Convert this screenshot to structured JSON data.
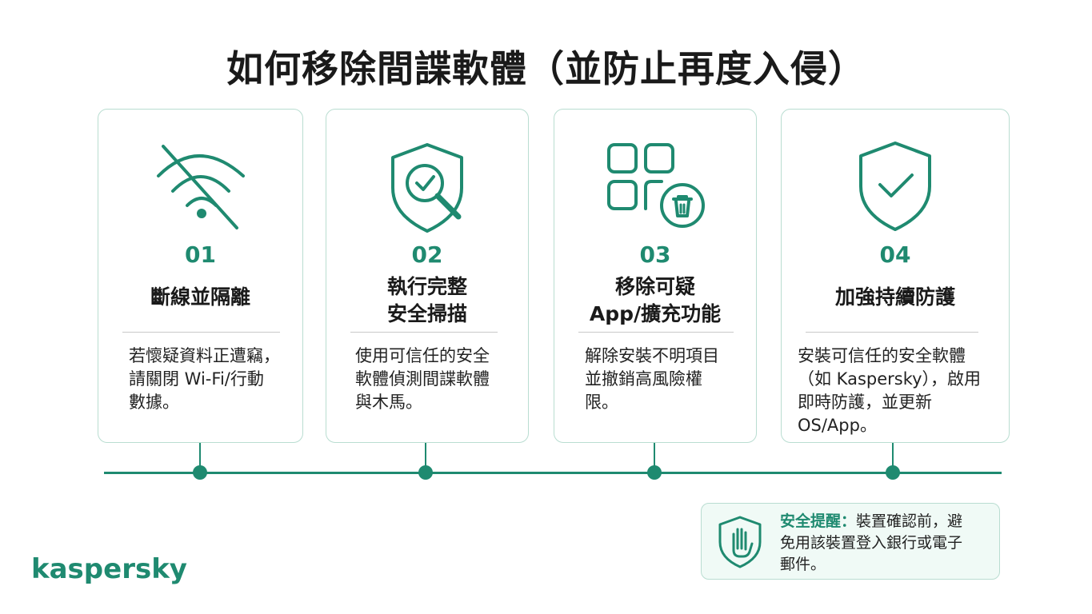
{
  "title": "如何移除間諜軟體（並防止再度入侵）",
  "steps": [
    {
      "number": "01",
      "heading_lines": [
        "斷線並隔離"
      ],
      "desc_lines": [
        "若懷疑資料正遭竊，",
        "請關閉 Wi-Fi/行動",
        "數據。"
      ],
      "icon": "wifi-off-icon"
    },
    {
      "number": "02",
      "heading_lines": [
        "執行完整",
        "安全掃描"
      ],
      "desc_lines": [
        "使用可信任的安全",
        "軟體偵測間諜軟體",
        "與木馬。"
      ],
      "icon": "shield-scan-icon"
    },
    {
      "number": "03",
      "heading_lines": [
        "移除可疑",
        "App/擴充功能"
      ],
      "desc_lines": [
        "解除安裝不明項目",
        "並撤銷高風險權",
        "限。"
      ],
      "icon": "apps-delete-icon"
    },
    {
      "number": "04",
      "heading_lines": [
        "加強持續防護"
      ],
      "desc_lines": [
        "安裝可信任的安全軟體",
        "（如 Kaspersky），啟用",
        "即時防護，並更新",
        "OS/App。"
      ],
      "icon": "shield-check-icon"
    }
  ],
  "tip": {
    "label": "安全提醒：",
    "text_lines": [
      "裝置確認前，避",
      "免用該裝置登入銀行或電子",
      "郵件。"
    ],
    "icon": "shield-hand-icon"
  },
  "brand": "kaspersky",
  "colors": {
    "accent": "#1f8a70",
    "border": "#b9ddd1",
    "tip_bg": "#f0faf6"
  }
}
